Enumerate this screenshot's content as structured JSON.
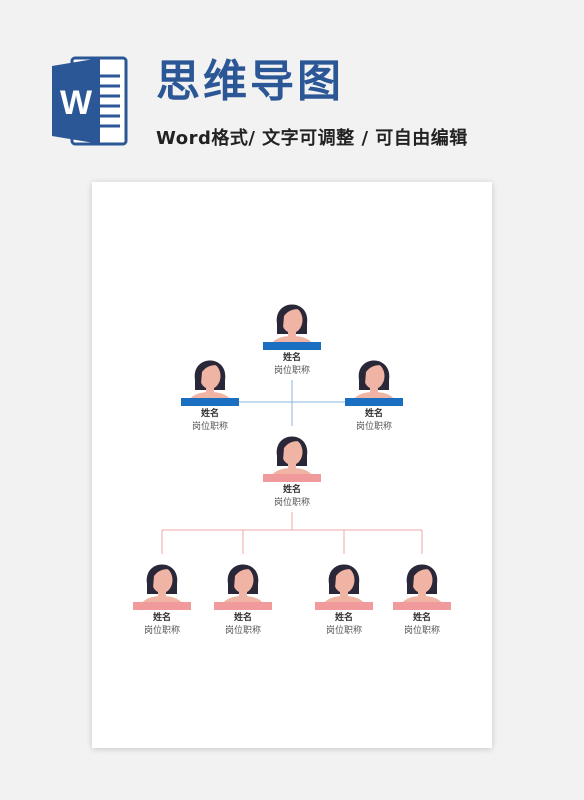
{
  "header": {
    "logo_icon": "word-document-icon",
    "logo_letter": "W",
    "title": "思维导图",
    "subtitle": "Word格式/ 文字可调整 / 可自由编辑"
  },
  "colors": {
    "brand": "#2b5797",
    "blue_bar": "#1a6fc0",
    "pink_bar": "#f09a9c",
    "blue_line": "#8ab6dd",
    "pink_line": "#f2a7aa",
    "hair": "#2a2738",
    "skin": "#f0b4a4"
  },
  "org": {
    "nodes": [
      {
        "id": "top",
        "name": "姓名",
        "role": "岗位职称",
        "bar": "blue"
      },
      {
        "id": "left",
        "name": "姓名",
        "role": "岗位职称",
        "bar": "blue"
      },
      {
        "id": "right",
        "name": "姓名",
        "role": "岗位职称",
        "bar": "blue"
      },
      {
        "id": "middle",
        "name": "姓名",
        "role": "岗位职称",
        "bar": "pink"
      },
      {
        "id": "child1",
        "name": "姓名",
        "role": "岗位职称",
        "bar": "pink"
      },
      {
        "id": "child2",
        "name": "姓名",
        "role": "岗位职称",
        "bar": "pink"
      },
      {
        "id": "child3",
        "name": "姓名",
        "role": "岗位职称",
        "bar": "pink"
      },
      {
        "id": "child4",
        "name": "姓名",
        "role": "岗位职称",
        "bar": "pink"
      }
    ],
    "edges": [
      {
        "from": "top",
        "to": "left"
      },
      {
        "from": "top",
        "to": "right"
      },
      {
        "from": "top",
        "to": "middle"
      },
      {
        "from": "middle",
        "to": "child1"
      },
      {
        "from": "middle",
        "to": "child2"
      },
      {
        "from": "middle",
        "to": "child3"
      },
      {
        "from": "middle",
        "to": "child4"
      }
    ]
  }
}
